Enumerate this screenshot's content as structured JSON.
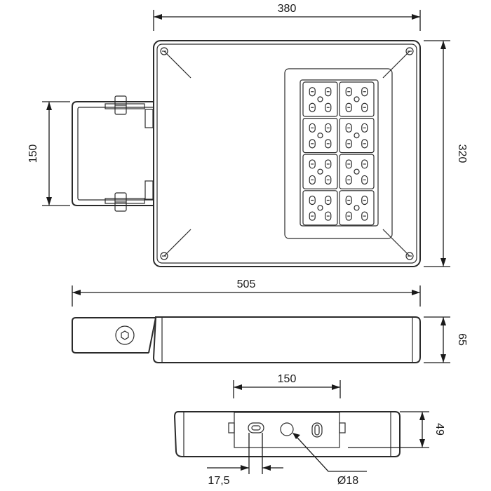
{
  "top_view": {
    "width_label": "380",
    "height_label": "320",
    "bracket_label": "150",
    "led_modules": 8
  },
  "side_view": {
    "length_label": "505",
    "height_label": "65"
  },
  "bottom_view": {
    "spacing_label": "150",
    "height_label": "49",
    "offset_label": "17,5",
    "hole_label": "Ø18"
  }
}
